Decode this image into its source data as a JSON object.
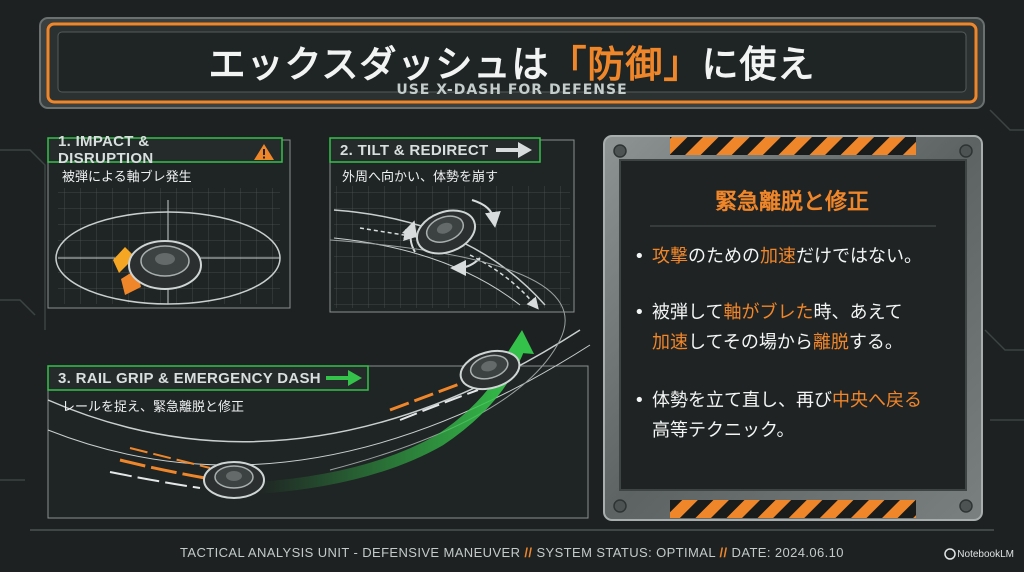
{
  "header": {
    "title_before": "エックスダッシュは",
    "title_highlight": "「防御」",
    "title_after": "に使え",
    "subtitle": "USE X-DASH FOR DEFENSE"
  },
  "steps": [
    {
      "label": "1. IMPACT & DISRUPTION",
      "sub": "被弾による軸ブレ発生",
      "icon": "warning-icon"
    },
    {
      "label": "2. TILT & REDIRECT",
      "sub": "外周へ向かい、体勢を崩す",
      "icon": "arrow-right-icon"
    },
    {
      "label": "3. RAIL GRIP & EMERGENCY DASH",
      "sub": "レールを捉え、緊急離脱と修正",
      "icon": "arrow-right-icon"
    }
  ],
  "panel": {
    "title": "緊急離脱と修正",
    "bullet_symbol": "•",
    "b1": {
      "p1": "攻撃",
      "p2": "のための",
      "p3": "加速",
      "p4": "だけではない。"
    },
    "b2": {
      "p1": "被弾して",
      "p2": "軸がブレた",
      "p3": "時、あえて",
      "p4": "加速",
      "p5": "してその場から",
      "p6": "離脱",
      "p7": "する。"
    },
    "b3": {
      "p1": "体勢を立て直し、再び",
      "p2": "中央へ戻る",
      "p3": "高等テクニック。"
    }
  },
  "footer": {
    "part1": "TACTICAL ANALYSIS UNIT - DEFENSIVE MANEUVER",
    "sep": "//",
    "part2": "SYSTEM STATUS: OPTIMAL",
    "part3": "DATE: 2024.06.10",
    "brand": "NotebookLM"
  },
  "colors": {
    "accent": "#f0862a",
    "green": "#35c24a",
    "bg": "#1d2121"
  }
}
